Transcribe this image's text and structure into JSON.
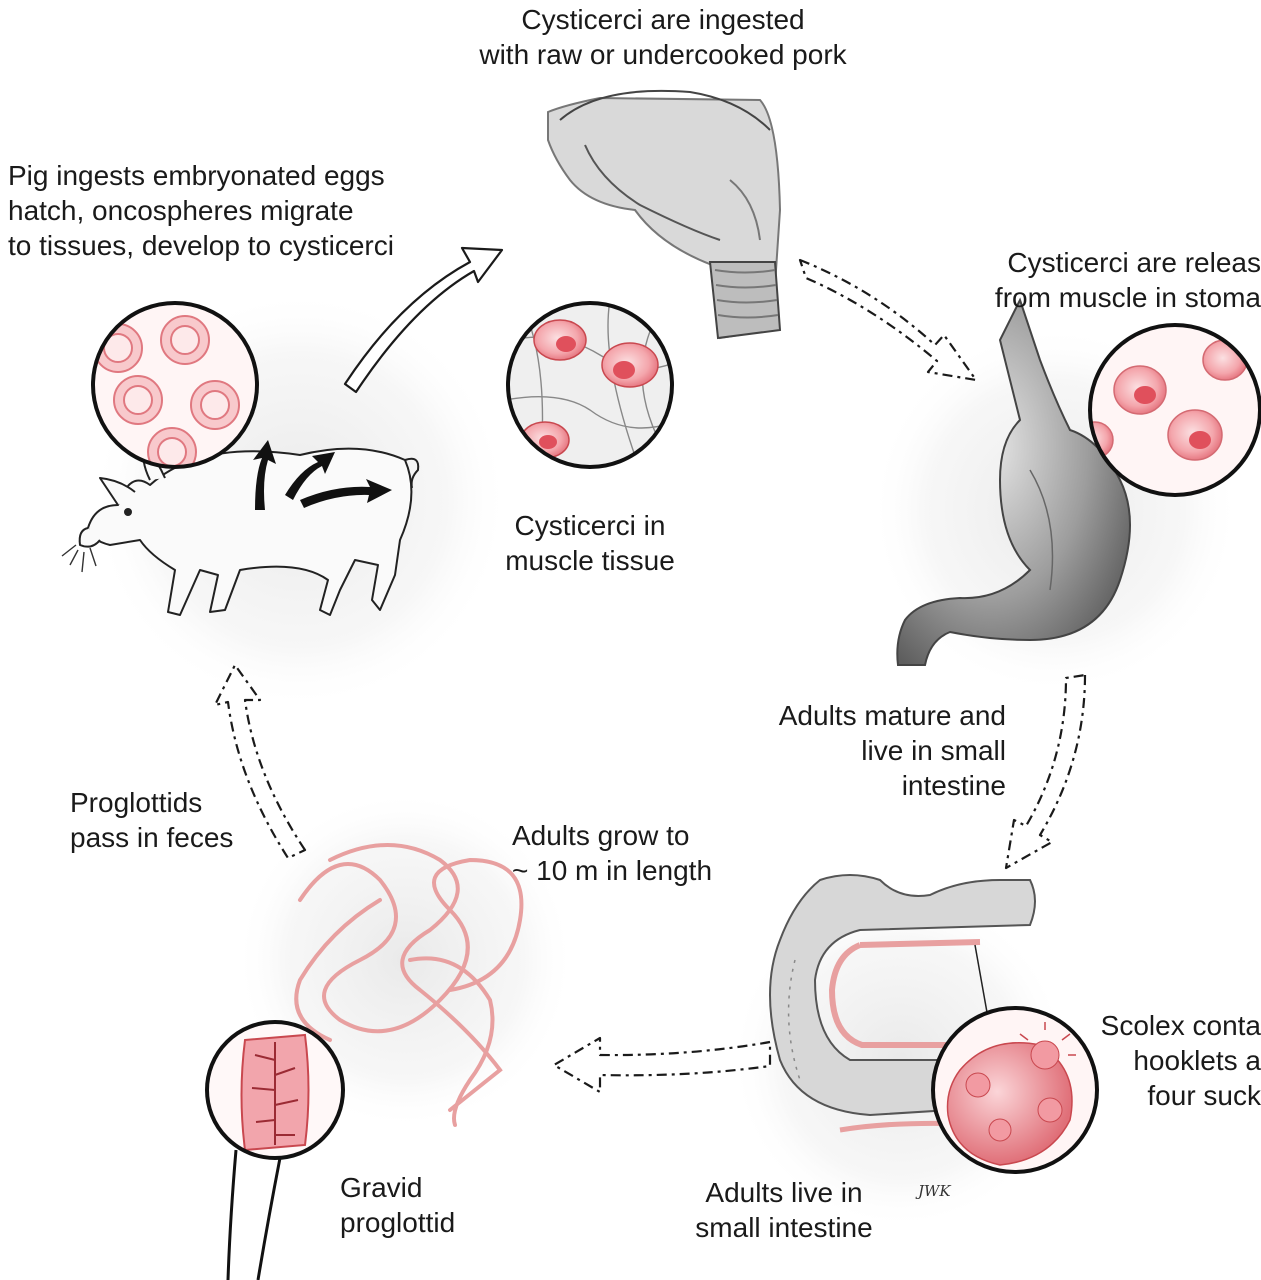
{
  "labels": {
    "ingest_pork": [
      "Cysticerci are ingested",
      "with raw or undercooked pork"
    ],
    "pig_ingests": [
      "Pig ingests embryonated eggs",
      "hatch, oncospheres migrate",
      "to tissues, develop to cysticerci"
    ],
    "released": [
      "Cysticerci are releas",
      "from muscle in stoma"
    ],
    "muscle": [
      "Cysticerci in",
      "muscle tissue"
    ],
    "mature": [
      "Adults mature and",
      "live in small",
      "intestine"
    ],
    "proglottids": [
      "Proglottids",
      "pass in feces"
    ],
    "grow": [
      "Adults grow to",
      "~ 10 m in length"
    ],
    "scolex": [
      "Scolex conta",
      "hooklets a",
      "four suck"
    ],
    "gravid": [
      "Gravid",
      "proglottid"
    ],
    "live_si": [
      "Adults live in",
      "small intestine"
    ],
    "signature": "JWK"
  },
  "colors": {
    "cyst_fill": "#f4a6ac",
    "cyst_dark": "#e0505c",
    "worm": "#e8a0a0",
    "organ": "#9a9a9a",
    "line": "#1a1a1a"
  }
}
